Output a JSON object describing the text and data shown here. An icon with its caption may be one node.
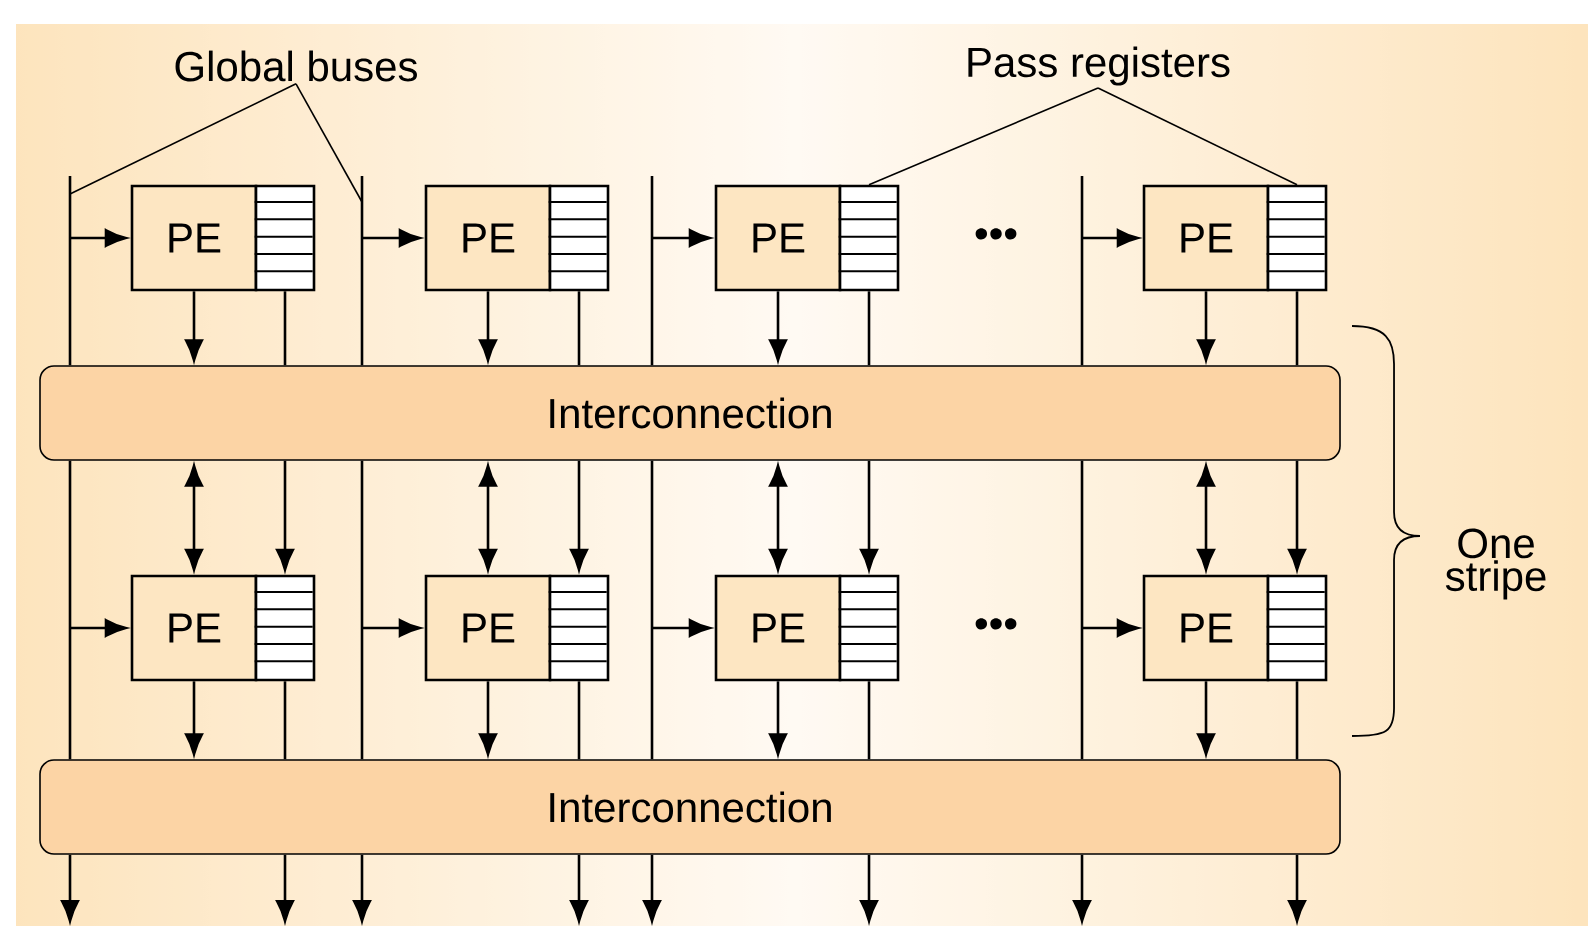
{
  "diagram": {
    "nodes": [
      {
        "text": [
          "Global buses"
        ]
      },
      {
        "text": [
          "Pass registers"
        ]
      },
      {
        "text": [
          "PE"
        ]
      },
      {
        "text": [],
        "shape": "box"
      },
      {
        "text": [
          "PE"
        ]
      },
      {
        "text": [],
        "shape": "box"
      },
      {
        "text": [
          "PE"
        ]
      },
      {
        "text": [],
        "shape": "box"
      },
      {
        "text": [
          "PE"
        ]
      },
      {
        "text": [],
        "shape": "box"
      },
      {
        "text": [
          "Interconnection"
        ]
      },
      {
        "text": [
          "PE"
        ]
      },
      {
        "text": [],
        "shape": "box"
      },
      {
        "text": [
          "PE"
        ]
      },
      {
        "text": [],
        "shape": "box"
      },
      {
        "text": [
          "PE"
        ]
      },
      {
        "text": [],
        "shape": "box"
      },
      {
        "text": [
          "PE"
        ]
      },
      {
        "text": [],
        "shape": "box"
      },
      {
        "text": [
          "Interconnection"
        ]
      }
    ],
    "edges": [
      {
        "from": 0,
        "to": null,
        "arrow": "none"
      },
      {
        "from": 0,
        "to": null,
        "arrow": "none"
      },
      {
        "from": 1,
        "to": 7,
        "arrow": "none"
      },
      {
        "from": 1,
        "to": 9,
        "arrow": "none"
      },
      {
        "from": null,
        "to": 10,
        "arrow": "none"
      },
      {
        "from": null,
        "to": 2,
        "arrow": "to"
      },
      {
        "from": 2,
        "to": 10,
        "arrow": "to"
      },
      {
        "from": 3,
        "to": 10,
        "arrow": "none"
      },
      {
        "from": 10,
        "to": 19,
        "arrow": "none"
      },
      {
        "from": 10,
        "to": 11,
        "arrow": "both"
      },
      {
        "from": 10,
        "to": 12,
        "arrow": "to"
      },
      {
        "from": null,
        "to": 11,
        "arrow": "to"
      },
      {
        "from": 11,
        "to": 19,
        "arrow": "to"
      },
      {
        "from": 12,
        "to": 19,
        "arrow": "none"
      },
      {
        "from": 19,
        "to": null,
        "arrow": "to"
      },
      {
        "from": 19,
        "to": null,
        "arrow": "to"
      },
      {
        "from": null,
        "to": 10,
        "arrow": "none"
      },
      {
        "from": null,
        "to": 4,
        "arrow": "to"
      },
      {
        "from": 4,
        "to": 10,
        "arrow": "to"
      },
      {
        "from": 5,
        "to": 10,
        "arrow": "none"
      },
      {
        "from": 10,
        "to": 19,
        "arrow": "none"
      },
      {
        "from": 10,
        "to": 13,
        "arrow": "both"
      },
      {
        "from": 10,
        "to": 14,
        "arrow": "to"
      },
      {
        "from": null,
        "to": 13,
        "arrow": "to"
      },
      {
        "from": 13,
        "to": 19,
        "arrow": "to"
      },
      {
        "from": 14,
        "to": 19,
        "arrow": "none"
      },
      {
        "from": 19,
        "to": null,
        "arrow": "to"
      },
      {
        "from": 19,
        "to": null,
        "arrow": "to"
      },
      {
        "from": null,
        "to": 10,
        "arrow": "none"
      },
      {
        "from": null,
        "to": 6,
        "arrow": "to"
      },
      {
        "from": 6,
        "to": 10,
        "arrow": "to"
      },
      {
        "from": 7,
        "to": 10,
        "arrow": "none"
      },
      {
        "from": 10,
        "to": 19,
        "arrow": "none"
      },
      {
        "from": 10,
        "to": 15,
        "arrow": "both"
      },
      {
        "from": 10,
        "to": 16,
        "arrow": "to"
      },
      {
        "from": null,
        "to": 15,
        "arrow": "to"
      },
      {
        "from": 15,
        "to": 19,
        "arrow": "to"
      },
      {
        "from": 16,
        "to": 19,
        "arrow": "none"
      },
      {
        "from": 19,
        "to": null,
        "arrow": "to"
      },
      {
        "from": 19,
        "to": null,
        "arrow": "to"
      },
      {
        "from": null,
        "to": 10,
        "arrow": "none"
      },
      {
        "from": null,
        "to": 8,
        "arrow": "to"
      },
      {
        "from": 8,
        "to": 10,
        "arrow": "to"
      },
      {
        "from": 9,
        "to": 10,
        "arrow": "none"
      },
      {
        "from": 10,
        "to": 19,
        "arrow": "none"
      },
      {
        "from": 10,
        "to": 17,
        "arrow": "both"
      },
      {
        "from": 10,
        "to": 18,
        "arrow": "to"
      },
      {
        "from": null,
        "to": 17,
        "arrow": "to"
      },
      {
        "from": 17,
        "to": 19,
        "arrow": "to"
      },
      {
        "from": 18,
        "to": 19,
        "arrow": "none"
      },
      {
        "from": 19,
        "to": null,
        "arrow": "to"
      },
      {
        "from": 19,
        "to": null,
        "arrow": "to"
      }
    ],
    "labels": [
      "•••",
      "•••",
      "One stripe"
    ]
  }
}
